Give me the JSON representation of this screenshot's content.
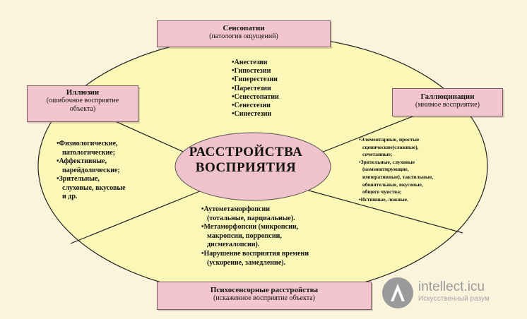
{
  "center": {
    "line1": "РАССТРОЙСТВА",
    "line2": "ВОСПРИЯТИЯ"
  },
  "top_box": {
    "title": "Сенсопатии",
    "subtitle": "(патология ощущений)"
  },
  "top_list": [
    "•Анестезии",
    "•Гипостезии",
    "•Гиперестезии",
    "•Парестезии",
    "•Сенестопатии",
    "•Сенестезии",
    "•Синестезии"
  ],
  "left_box": {
    "title": "Иллюзии",
    "subtitle1": "(ошибочное восприятие",
    "subtitle2": "объекта)"
  },
  "left_list": [
    "•Физиологические,",
    "патологические;",
    "•Аффективные,",
    "парейдолические;",
    "•Зрительные,",
    "слуховые, вкусовые",
    "и др."
  ],
  "right_box": {
    "title": "Галлюцинации",
    "subtitle": "(мнимое восприятие)"
  },
  "right_list": [
    "•Элементарные, простые",
    "сценические(сложные),",
    "сочетанные;",
    "•Зрительные, слуховые",
    "(комментирующие,",
    "императивные), тактильные,",
    "обонятельные, вкусовые,",
    "общего чувства;",
    "•Истинные, ложные."
  ],
  "bottom_list": [
    "•Аутометаморфопсии",
    "(тотальные, парциальные).",
    "•Метаморфопсии (микропсии,",
    "макропсии, порропсии,",
    "дисмегалопсии).",
    "•Нарушение восприятия времени",
    "(ускорение, замедление)."
  ],
  "bottom_box": {
    "title": "Психосенсорные расстройства",
    "subtitle": "(искаженное восприятие объекта)"
  },
  "watermark": {
    "name": "intellect.icu",
    "tagline": "Искусственный разум",
    "logo_letter": "A"
  },
  "colors": {
    "background": "#fbf3dc",
    "ellipse": "#fbf7b6",
    "box": "#f3c5cf",
    "center": "#f0c2cc",
    "watermark": "#9a9a9a"
  }
}
